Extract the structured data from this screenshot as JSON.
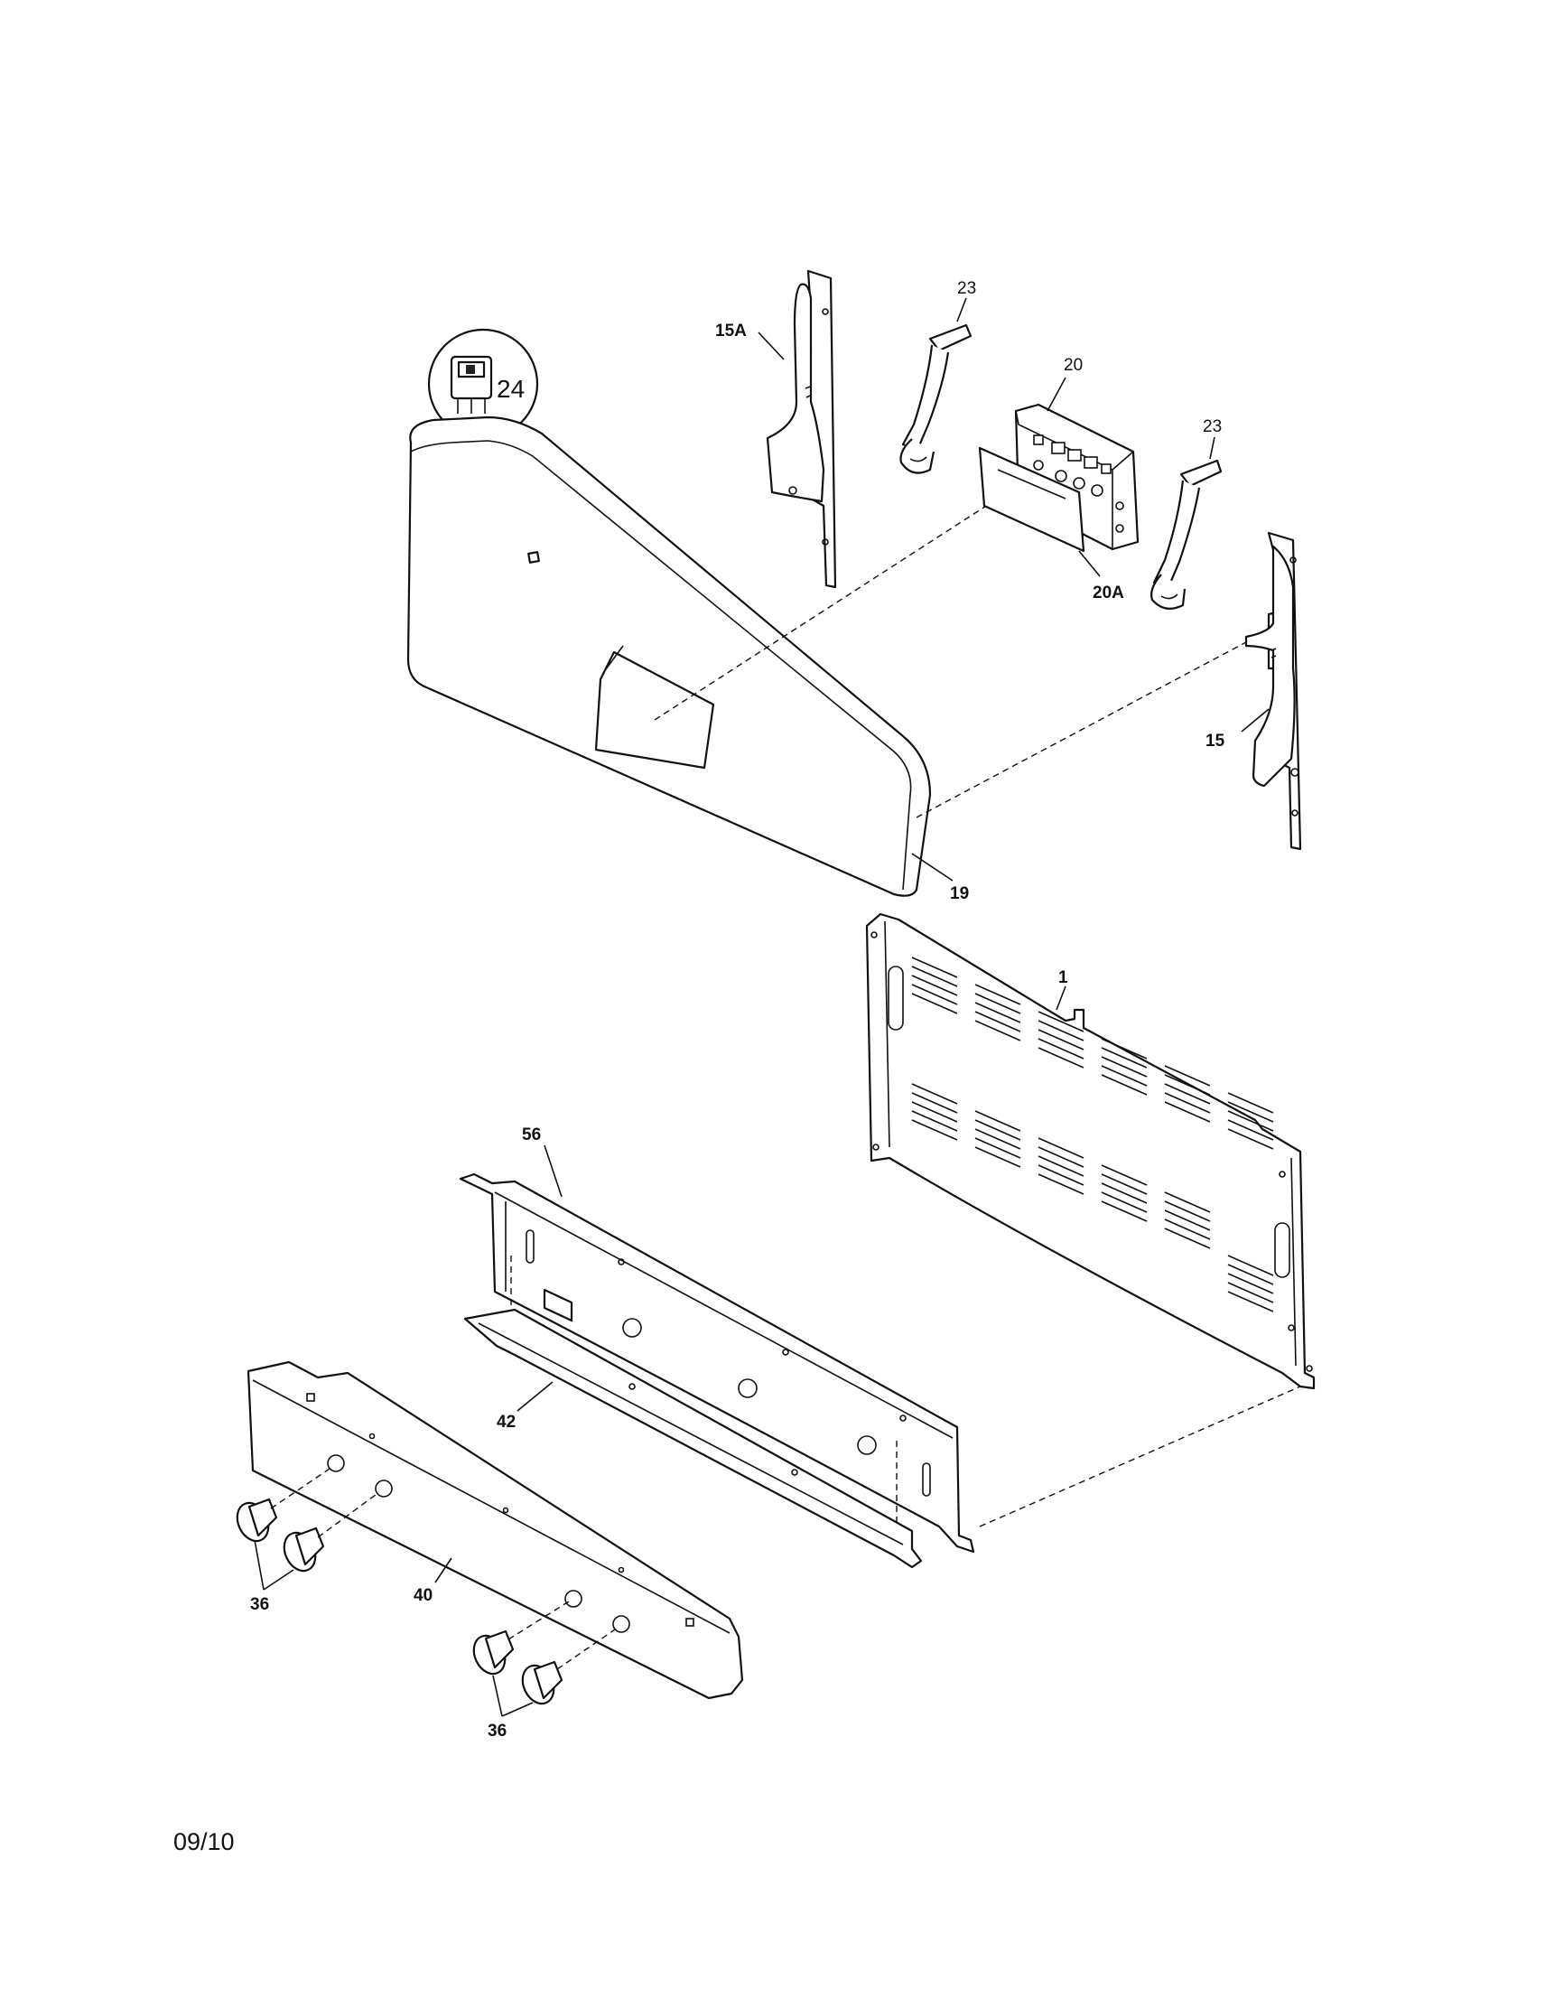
{
  "labels": {
    "p15a": "15A",
    "p23a": "23",
    "p20": "20",
    "p23b": "23",
    "p24": "24",
    "p20a": "20A",
    "p15": "15",
    "p19": "19",
    "p1": "1",
    "p56": "56",
    "p42": "42",
    "p36a": "36",
    "p40": "40",
    "p36b": "36"
  },
  "footer": {
    "date_code": "09/10"
  }
}
